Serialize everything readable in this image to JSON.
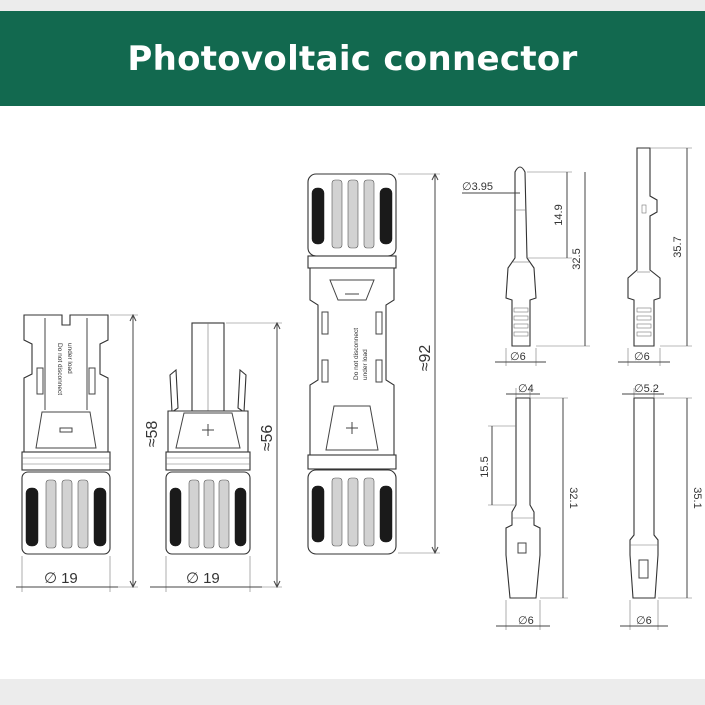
{
  "header": {
    "title": "Photovoltaic connector",
    "banner_color": "#12694f"
  },
  "dimensions": {
    "female_connector": {
      "length": "≈58",
      "diameter": "19"
    },
    "male_connector": {
      "length": "≈56",
      "diameter": "19"
    },
    "mated_pair": {
      "length": "≈92"
    },
    "male_pin": {
      "tip_diameter": "3.95",
      "tip_length": "14.9",
      "overall_length": "32.5",
      "base_diameter": "6"
    },
    "female_socket": {
      "overall_length": "35.7",
      "base_diameter": "6"
    },
    "pin_contact": {
      "diameter": "4",
      "tip_length": "15.5",
      "overall_length": "32.1",
      "base_diameter": "6"
    },
    "socket_contact": {
      "diameter": "5.2",
      "overall_length": "35.1",
      "base_diameter": "6"
    }
  },
  "labels": {
    "warning_line1": "Do not disconnect",
    "warning_line2": "under load",
    "diameter_symbol": "∅"
  }
}
